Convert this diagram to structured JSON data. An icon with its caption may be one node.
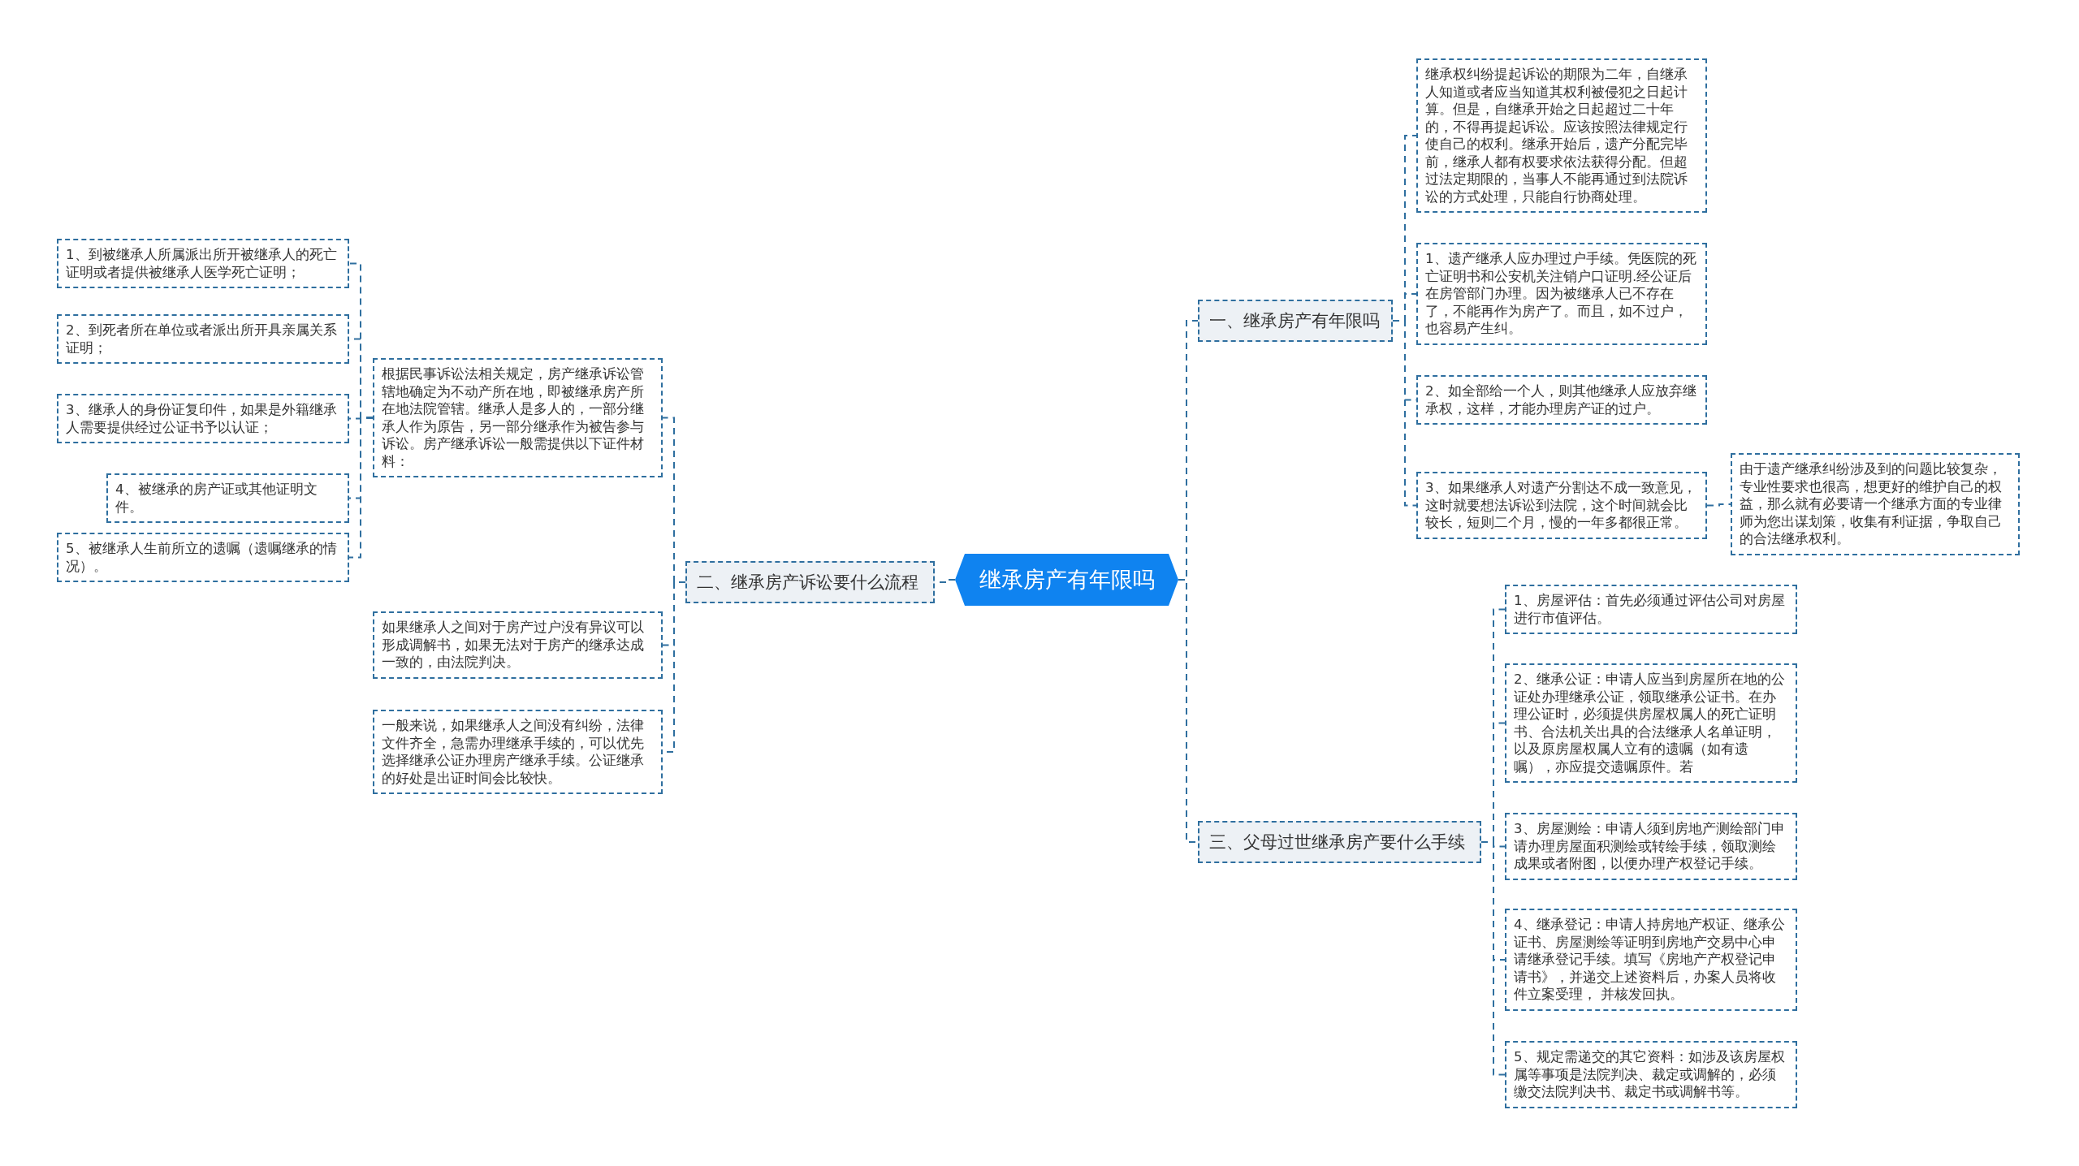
{
  "diagram": {
    "nodes": [
      {
        "text": [
          "继承房产有年限吗"
        ]
      },
      {
        "text": [
          "一、继承房产有年限吗"
        ]
      },
      {
        "text": [
          "继承权纠纷提起诉讼的期限为二年，自继承人知道或者应当知道其权利被侵犯之日起计算。但是，自继承开始之日起超过二十年的，不得再提起诉讼。应该按照法律规定行使自己的权利。继承开始后，遗产分配完毕前，继承人都有权要求依法获得分配。但超过法定期限的，当事人不能再通过到法院诉讼的方式处理，只能自行协商处理。"
        ]
      },
      {
        "text": [
          "1、遗产继承人应办理过户手续。凭医院的死亡证明书和公安机关注销户口证明.经公证后在房管部门办理。因为被继承人已不存在了，不能再作为房产了。而且，如不过户，也容易产生纠。"
        ]
      },
      {
        "text": [
          "2、如全部给一个人，则其他继承人应放弃继承权，这样，才能办理房产证的过户。"
        ]
      },
      {
        "text": [
          "3、如果继承人对遗产分割达不成一致意见，这时就要想法诉讼到法院，这个时间就会比较长，短则二个月，慢的一年多都很正常。"
        ]
      },
      {
        "text": [
          "由于遗产继承纠纷涉及到的问题比较复杂，专业性要求也很高，想更好的维护自己的权益，那么就有必要请一个继承方面的专业律师为您出谋划策，收集有利证据，争取自己的合法继承权利。"
        ]
      },
      {
        "text": [
          "二、继承房产诉讼要什么流程"
        ]
      },
      {
        "text": [
          "根据民事诉讼法相关规定，房产继承诉讼管辖地确定为不动产所在地，即被继承房产所在地法院管辖。继承人是多人的，一部分继承人作为原告，另一部分继承作为被告参与诉讼。房产继承诉讼一般需提供以下证件材料："
        ]
      },
      {
        "text": [
          "1、到被继承人所属派出所开被继承人的死亡证明或者提供被继承人医学死亡证明；"
        ]
      },
      {
        "text": [
          "2、到死者所在单位或者派出所开具亲属关系证明；"
        ]
      },
      {
        "text": [
          "3、继承人的身份证复印件，如果是外籍继承人需要提供经过公证书予以认证；"
        ]
      },
      {
        "text": [
          "4、被继承的房产证或其他证明文件。"
        ]
      },
      {
        "text": [
          "5、被继承人生前所立的遗嘱（遗嘱继承的情况）。"
        ]
      },
      {
        "text": [
          "如果继承人之间对于房产过户没有异议可以形成调解书，如果无法对于房产的继承达成一致的，由法院判决。"
        ]
      },
      {
        "text": [
          "一般来说，如果继承人之间没有纠纷，法律文件齐全，急需办理继承手续的，可以优先选择继承公证办理房产继承手续。公证继承的好处是出证时间会比较快。"
        ]
      },
      {
        "text": [
          "三、父母过世继承房产要什么手续"
        ]
      },
      {
        "text": [
          "1、房屋评估：首先必须通过评估公司对房屋进行市值评估。"
        ]
      },
      {
        "text": [
          "2、继承公证：申请人应当到房屋所在地的公证处办理继承公证，领取继承公证书。在办理公证时，必须提供房屋权属人的死亡证明书、合法机关出具的合法继承人名单证明，以及原房屋权属人立有的遗嘱（如有遗嘱），亦应提交遗嘱原件。若"
        ]
      },
      {
        "text": [
          "3、房屋测绘：申请人须到房地产测绘部门申请办理房屋面积测绘或转绘手续，领取测绘成果或者附图，以便办理产权登记手续。"
        ]
      },
      {
        "text": [
          "4、继承登记：申请人持房地产权证、继承公证书、房屋测绘等证明到房地产交易中心申请继承登记手续。填写《房地产产权登记申请书》，并递交上述资料后，办案人员将收件立案受理， 并核发回执。"
        ]
      },
      {
        "text": [
          "5、规定需递交的其它资料：如涉及该房屋权属等事项是法院判决、裁定或调解的，必须缴交法院判决书、裁定书或调解书等。"
        ]
      }
    ],
    "edges": [
      {
        "from": 0,
        "to": 1,
        "arrow": "none"
      },
      {
        "from": 1,
        "to": 2,
        "arrow": "none"
      },
      {
        "from": 1,
        "to": 3,
        "arrow": "none"
      },
      {
        "from": 1,
        "to": 4,
        "arrow": "none"
      },
      {
        "from": 1,
        "to": 5,
        "arrow": "none"
      },
      {
        "from": 5,
        "to": 6,
        "arrow": "none"
      },
      {
        "from": 0,
        "to": 7,
        "arrow": "none"
      },
      {
        "from": 7,
        "to": 8,
        "arrow": "none"
      },
      {
        "from": 8,
        "to": 9,
        "arrow": "none"
      },
      {
        "from": 8,
        "to": 10,
        "arrow": "none"
      },
      {
        "from": 8,
        "to": 11,
        "arrow": "none"
      },
      {
        "from": 8,
        "to": 12,
        "arrow": "none"
      },
      {
        "from": 8,
        "to": 13,
        "arrow": "none"
      },
      {
        "from": 7,
        "to": 14,
        "arrow": "none"
      },
      {
        "from": 7,
        "to": 15,
        "arrow": "none"
      },
      {
        "from": 0,
        "to": 16,
        "arrow": "none"
      },
      {
        "from": 16,
        "to": 17,
        "arrow": "none"
      },
      {
        "from": 16,
        "to": 18,
        "arrow": "none"
      },
      {
        "from": 16,
        "to": 19,
        "arrow": "none"
      },
      {
        "from": 16,
        "to": 20,
        "arrow": "none"
      },
      {
        "from": 16,
        "to": 21,
        "arrow": "none"
      }
    ]
  }
}
